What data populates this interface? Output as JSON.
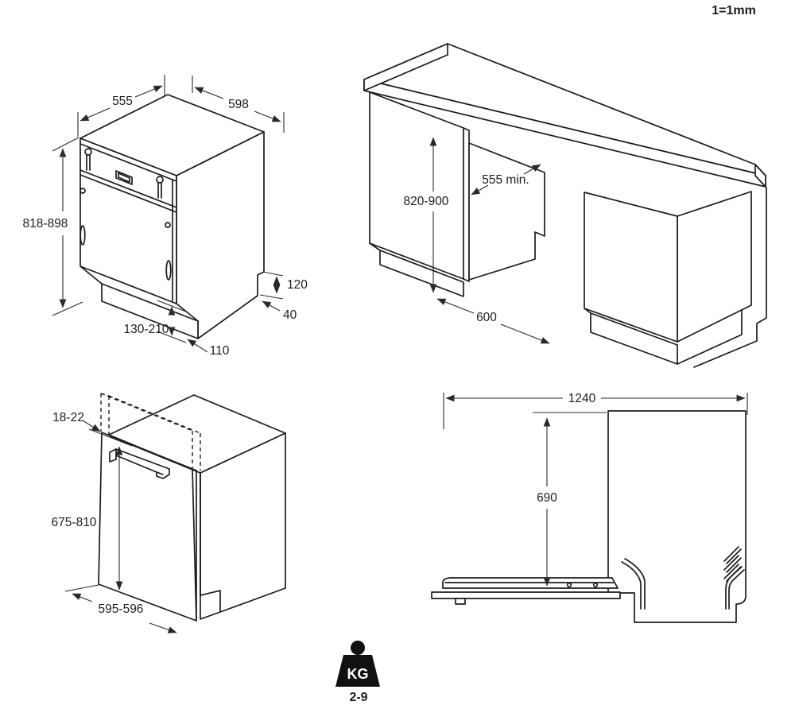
{
  "scale_note": "1=1mm",
  "appliance": {
    "width": "555",
    "depth": "598",
    "height": "818-898",
    "rear_niche_height": "120",
    "rear_niche_depth": "40",
    "plinth_height": "130-210",
    "plinth_depth": "110"
  },
  "niche": {
    "height": "820-900",
    "depth": "555 min.",
    "width": "600"
  },
  "panel": {
    "thickness": "18-22",
    "height": "675-810",
    "width": "595-596"
  },
  "open_door": {
    "depth": "1240",
    "height": "690"
  },
  "weight": {
    "unit": "KG",
    "range": "2-9"
  }
}
